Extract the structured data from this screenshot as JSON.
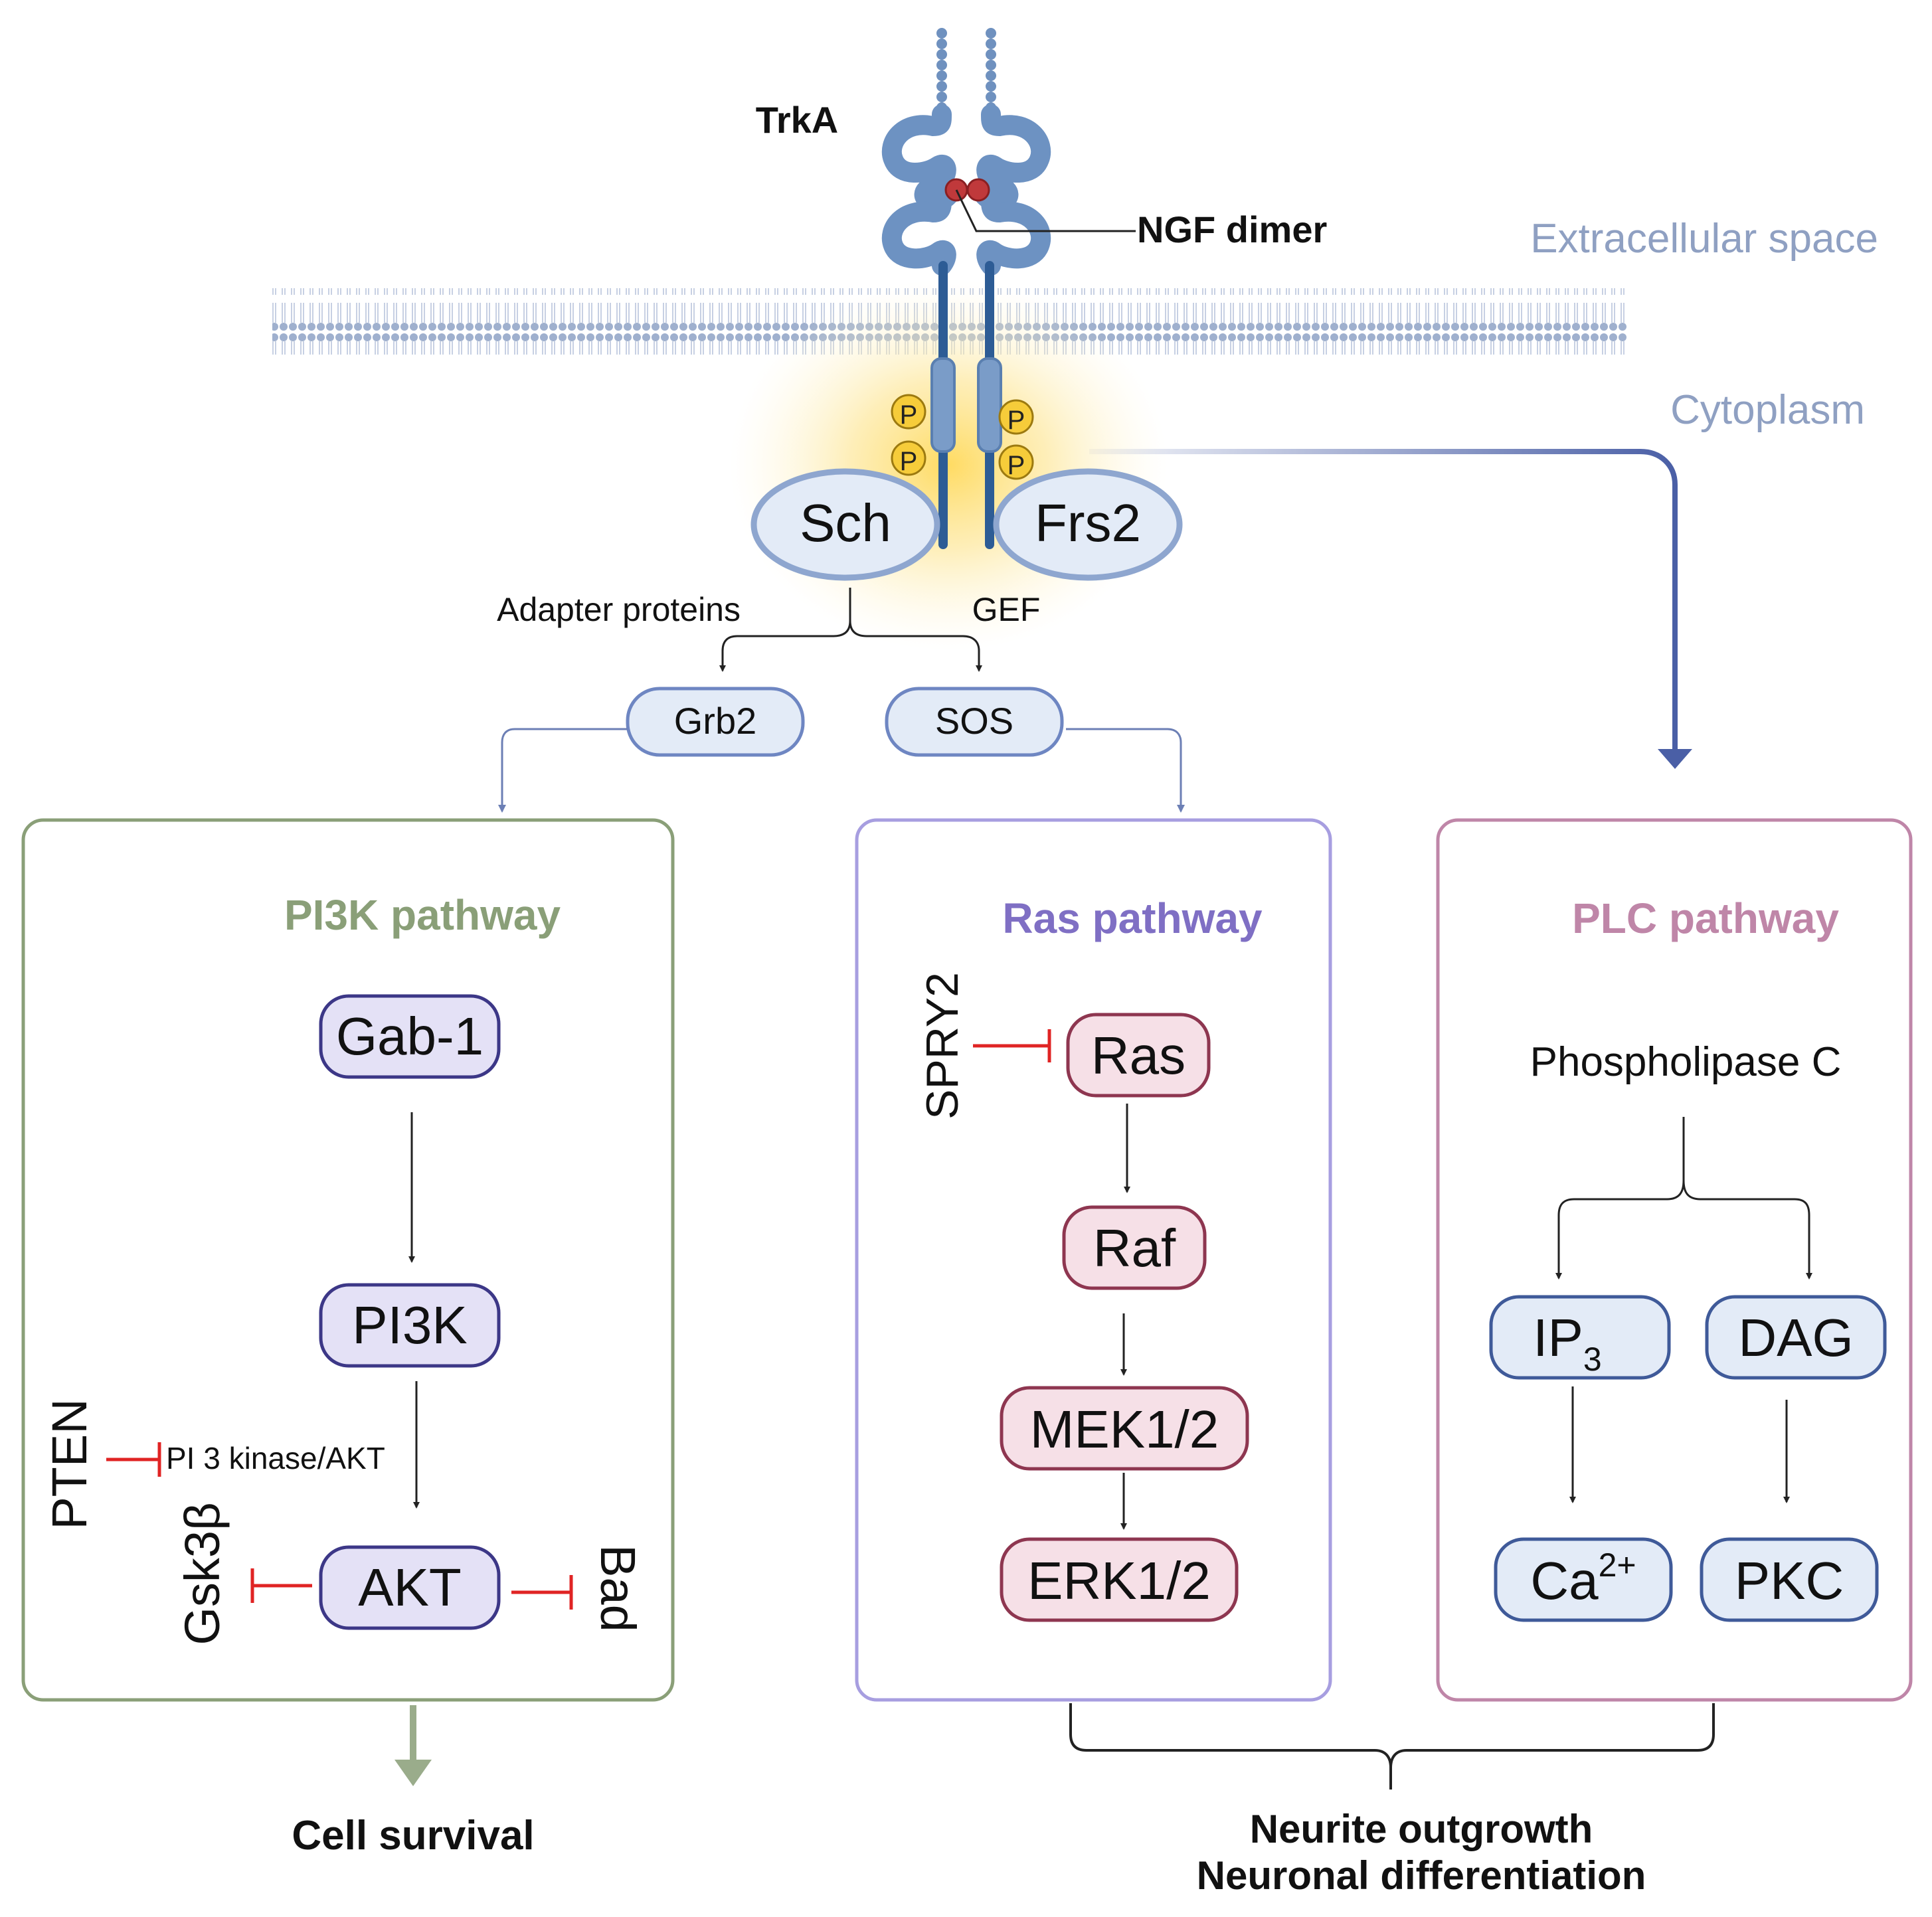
{
  "receptor": {
    "label": "TrkA",
    "ligand": "NGF dimer"
  },
  "regions": {
    "extracellular": "Extracellular space",
    "cytoplasm": "Cytoplasm"
  },
  "phospho": "P",
  "adapters": {
    "left": "Sch",
    "right": "Frs2"
  },
  "branch_labels": {
    "adapter": "Adapter proteins",
    "gef": "GEF"
  },
  "mediators": {
    "grb2": "Grb2",
    "sos": "SOS"
  },
  "pi3k": {
    "title": "PI3K pathway",
    "gab1": "Gab-1",
    "pi3k": "PI3K",
    "akt": "AKT",
    "pten": "PTEN",
    "pi3_akt_label": "PI 3 kinase/AKT",
    "gsk3b": "Gsk3β",
    "bad": "Bad",
    "outcome": "Cell survival"
  },
  "ras": {
    "title": "Ras pathway",
    "spry2": "SPRY2",
    "ras": "Ras",
    "raf": "Raf",
    "mek": "MEK1/2",
    "erk": "ERK1/2"
  },
  "plc": {
    "title": "PLC pathway",
    "enzyme": "Phospholipase C",
    "ip3_base": "IP",
    "ip3_sub": "3",
    "dag": "DAG",
    "ca_base": "Ca",
    "ca_sup": "2+",
    "pkc": "PKC"
  },
  "outcome_right": {
    "line1": "Neurite outgrowth",
    "line2": "Neuronal differentiation"
  },
  "colors": {
    "pi3k": "#8a9f78",
    "ras": "#7f6fc4",
    "plc": "#bf86a8",
    "membrane": "#9fb0ce",
    "receptor": "#2d5c95",
    "inhibit": "#e02424",
    "region_text": "#8fa0c2"
  }
}
